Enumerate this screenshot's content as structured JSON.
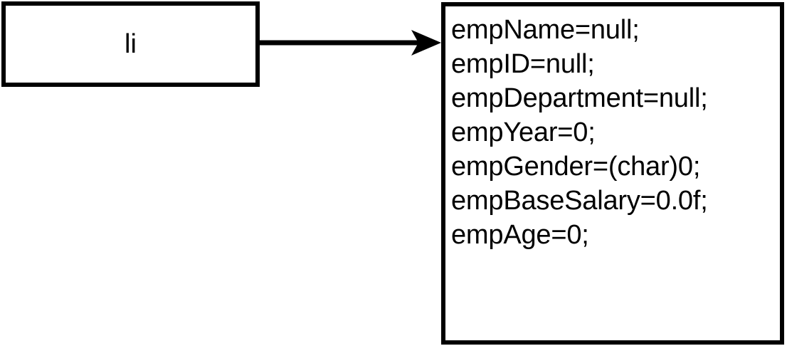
{
  "diagram": {
    "type": "flow-arrow-diagram",
    "background_color": "#ffffff",
    "stroke_color": "#000000",
    "text_color": "#000000"
  },
  "left_node": {
    "label": "li",
    "shape": "rectangle"
  },
  "connector": {
    "kind": "arrow",
    "direction": "left-to-right",
    "arrowhead": "filled-dart",
    "from": "left_node",
    "to": "right_node"
  },
  "right_node": {
    "shape": "rectangle",
    "code_lines": [
      "empName=null;",
      "empID=null;",
      "empDepartment=null;",
      "empYear=0;",
      "empGender=(char)0;",
      "empBaseSalary=0.0f;",
      "empAge=0;"
    ]
  }
}
